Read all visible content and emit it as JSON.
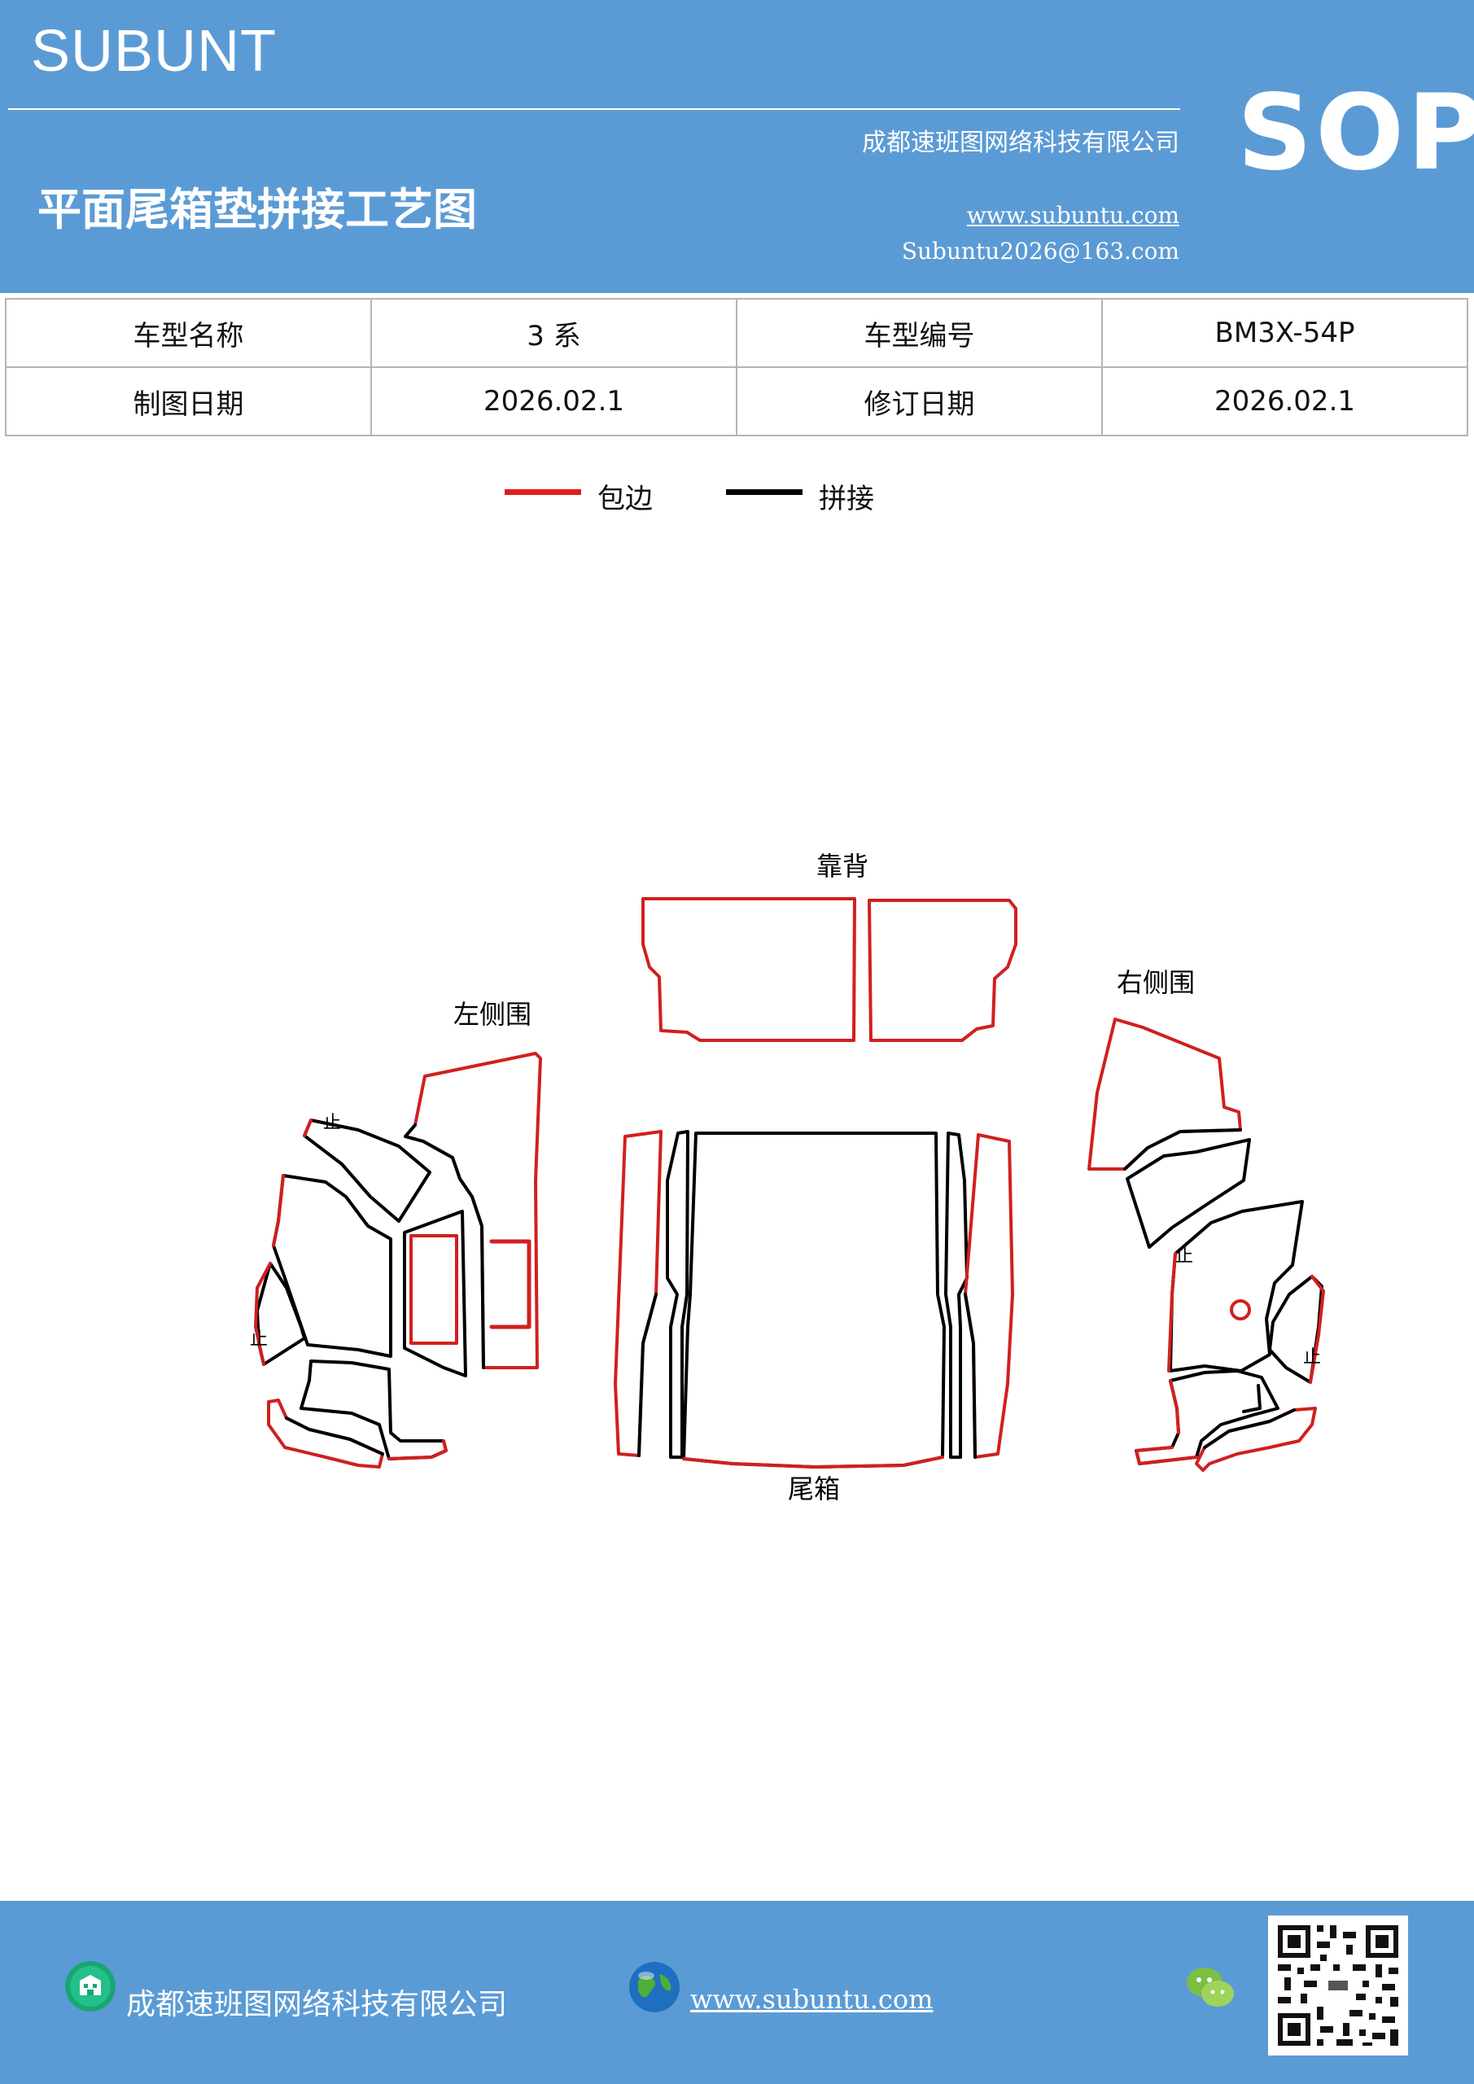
{
  "header": {
    "brand": "SUBUNT",
    "company": "成都速班图网络科技有限公司",
    "title": "平面尾箱垫拼接工艺图",
    "website": "www.subuntu.com",
    "email": "Subuntu2026@163.com",
    "badge": "SOP"
  },
  "info_table": {
    "rows": [
      [
        "车型名称",
        "3 系",
        "车型编号",
        "BM3X-54P"
      ],
      [
        "制图日期",
        "2026.02.1",
        "修订日期",
        "2026.02.1"
      ]
    ]
  },
  "legend": {
    "items": [
      {
        "label": "包边",
        "color": "#e41b1b"
      },
      {
        "label": "拼接",
        "color": "#000000"
      }
    ]
  },
  "diagram": {
    "labels": {
      "backrest": "靠背",
      "left_side": "左侧围",
      "right_side": "右侧围",
      "trunk": "尾箱"
    },
    "stop_mark": "止",
    "colors": {
      "edge": "#d11f1f",
      "seam": "#000000"
    }
  },
  "footer": {
    "company": "成都速班图网络科技有限公司",
    "website": "www.subuntu.com",
    "icons": [
      "building-icon",
      "globe-icon",
      "wechat-icon",
      "qr-code"
    ]
  }
}
